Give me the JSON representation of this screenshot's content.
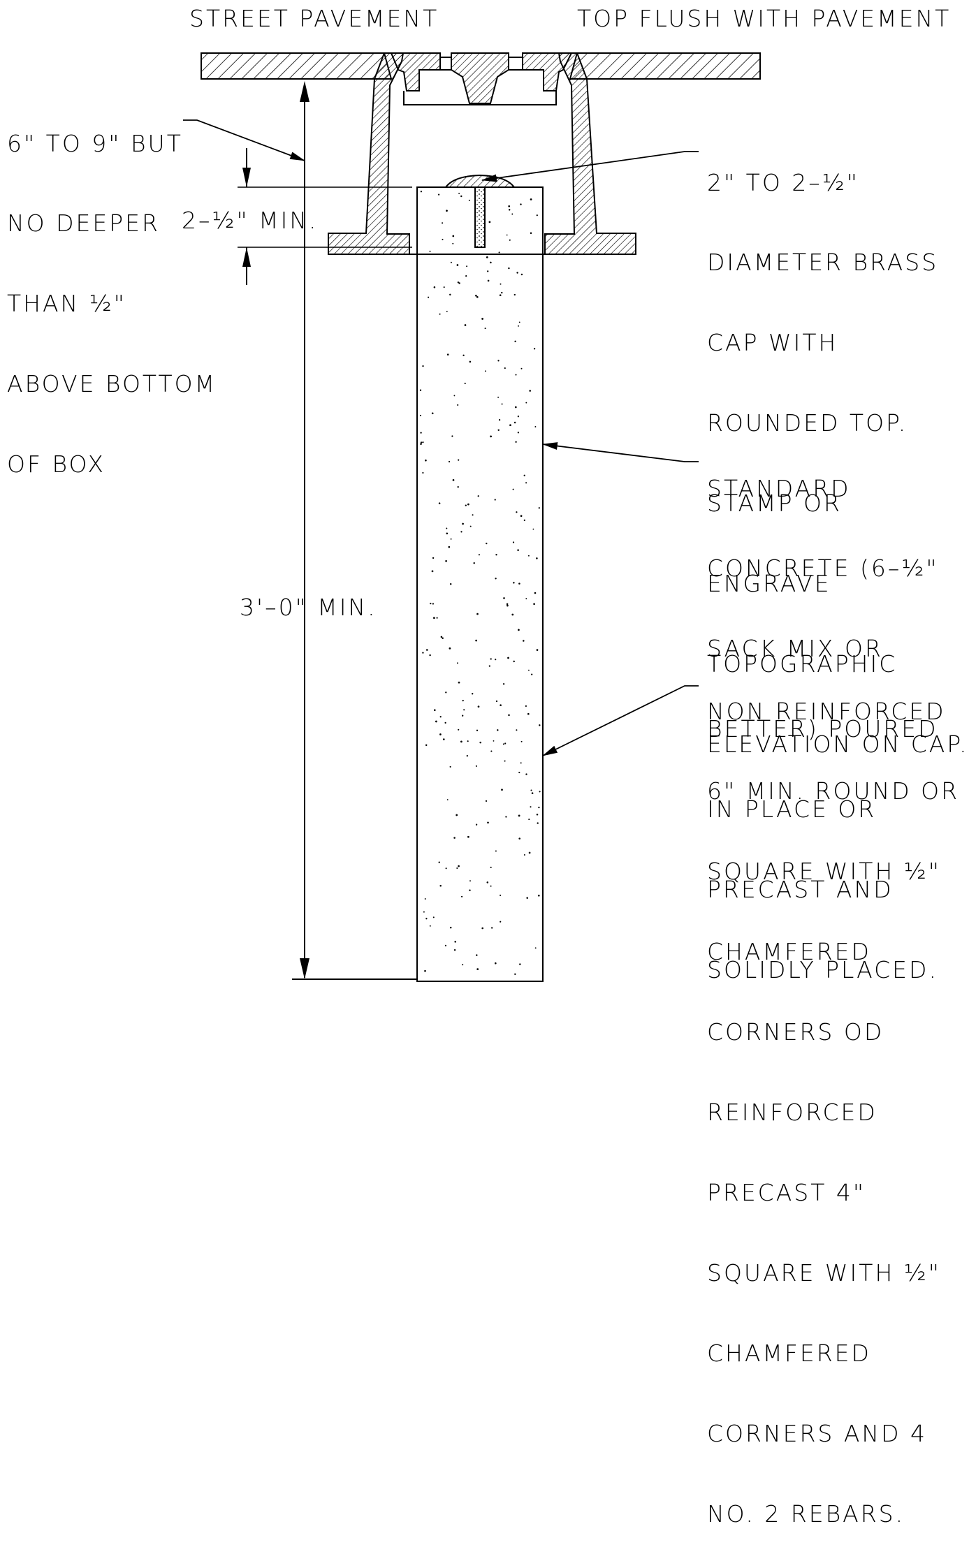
{
  "labels": {
    "street_pavement": "STREET PAVEMENT",
    "top_flush": "TOP FLUSH WITH PAVEMENT",
    "depth_note": [
      "6\" TO 9\" BUT",
      "NO DEEPER",
      "THAN ½\"",
      "ABOVE BOTTOM",
      "OF BOX"
    ],
    "cap_dim": "2–½\" MIN.",
    "overall_dim": "3'–0\" MIN.",
    "brass_cap_note": [
      "2\" TO 2–½\"",
      "DIAMETER BRASS",
      "CAP WITH",
      "ROUNDED TOP.",
      "STAMP OR",
      "ENGRAVE",
      "TOPOGRAPHIC",
      "ELEVATION ON CAP."
    ],
    "concrete_note": [
      "STANDARD",
      "CONCRETE (6–½\"",
      "SACK MIX OR",
      "BETTER) POURED",
      "IN PLACE OR",
      "PRECAST AND",
      "SOLIDLY PLACED."
    ],
    "post_note": [
      "NON REINFORCED",
      "6\" MIN. ROUND OR",
      "SQUARE WITH ½\"",
      "CHAMFERED",
      "CORNERS OD",
      "REINFORCED",
      "PRECAST 4\"",
      "SQUARE WITH ½\"",
      "CHAMFERED",
      "CORNERS AND 4",
      "NO. 2 REBARS."
    ]
  }
}
